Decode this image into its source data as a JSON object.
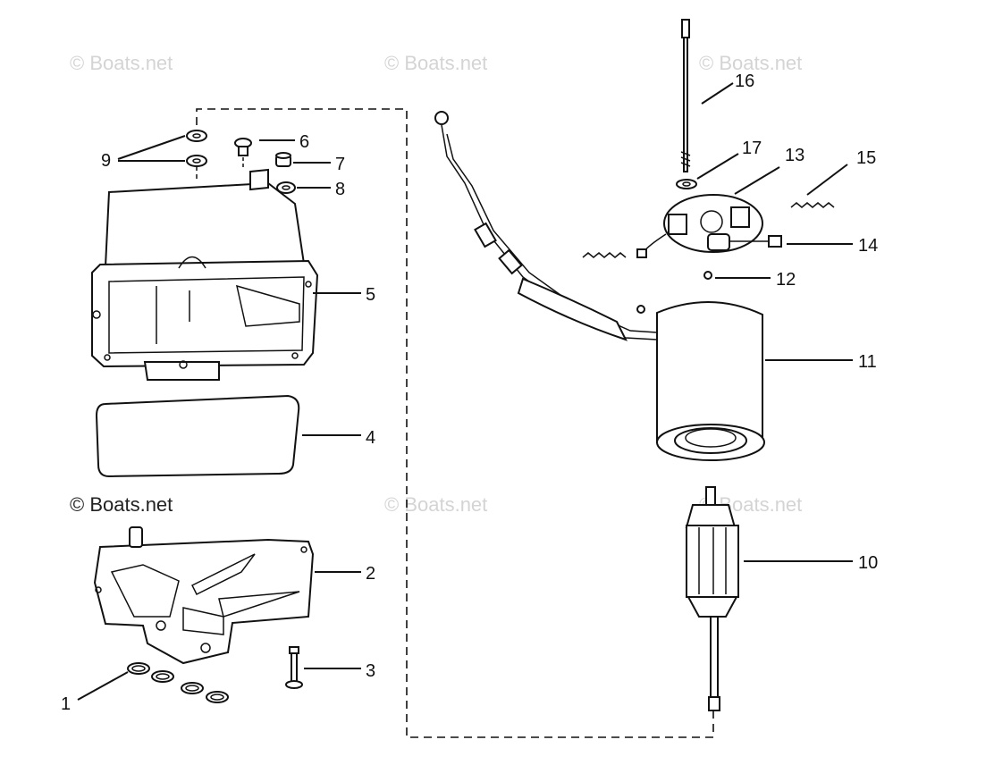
{
  "watermarks": [
    {
      "text": "© Boats.net",
      "tone": "light"
    },
    {
      "text": "© Boats.net",
      "tone": "light"
    },
    {
      "text": "© Boats.net",
      "tone": "light"
    },
    {
      "text": "© Boats.net",
      "tone": "dark"
    },
    {
      "text": "© Boats.net",
      "tone": "light"
    },
    {
      "text": "© Boats.net",
      "tone": "light"
    }
  ],
  "callouts": [
    "1",
    "2",
    "3",
    "4",
    "5",
    "6",
    "7",
    "8",
    "9",
    "10",
    "11",
    "12",
    "13",
    "14",
    "15",
    "16",
    "17"
  ],
  "colors": {
    "line": "#111111",
    "watermark": "#d4d4d4",
    "background": "#ffffff"
  }
}
